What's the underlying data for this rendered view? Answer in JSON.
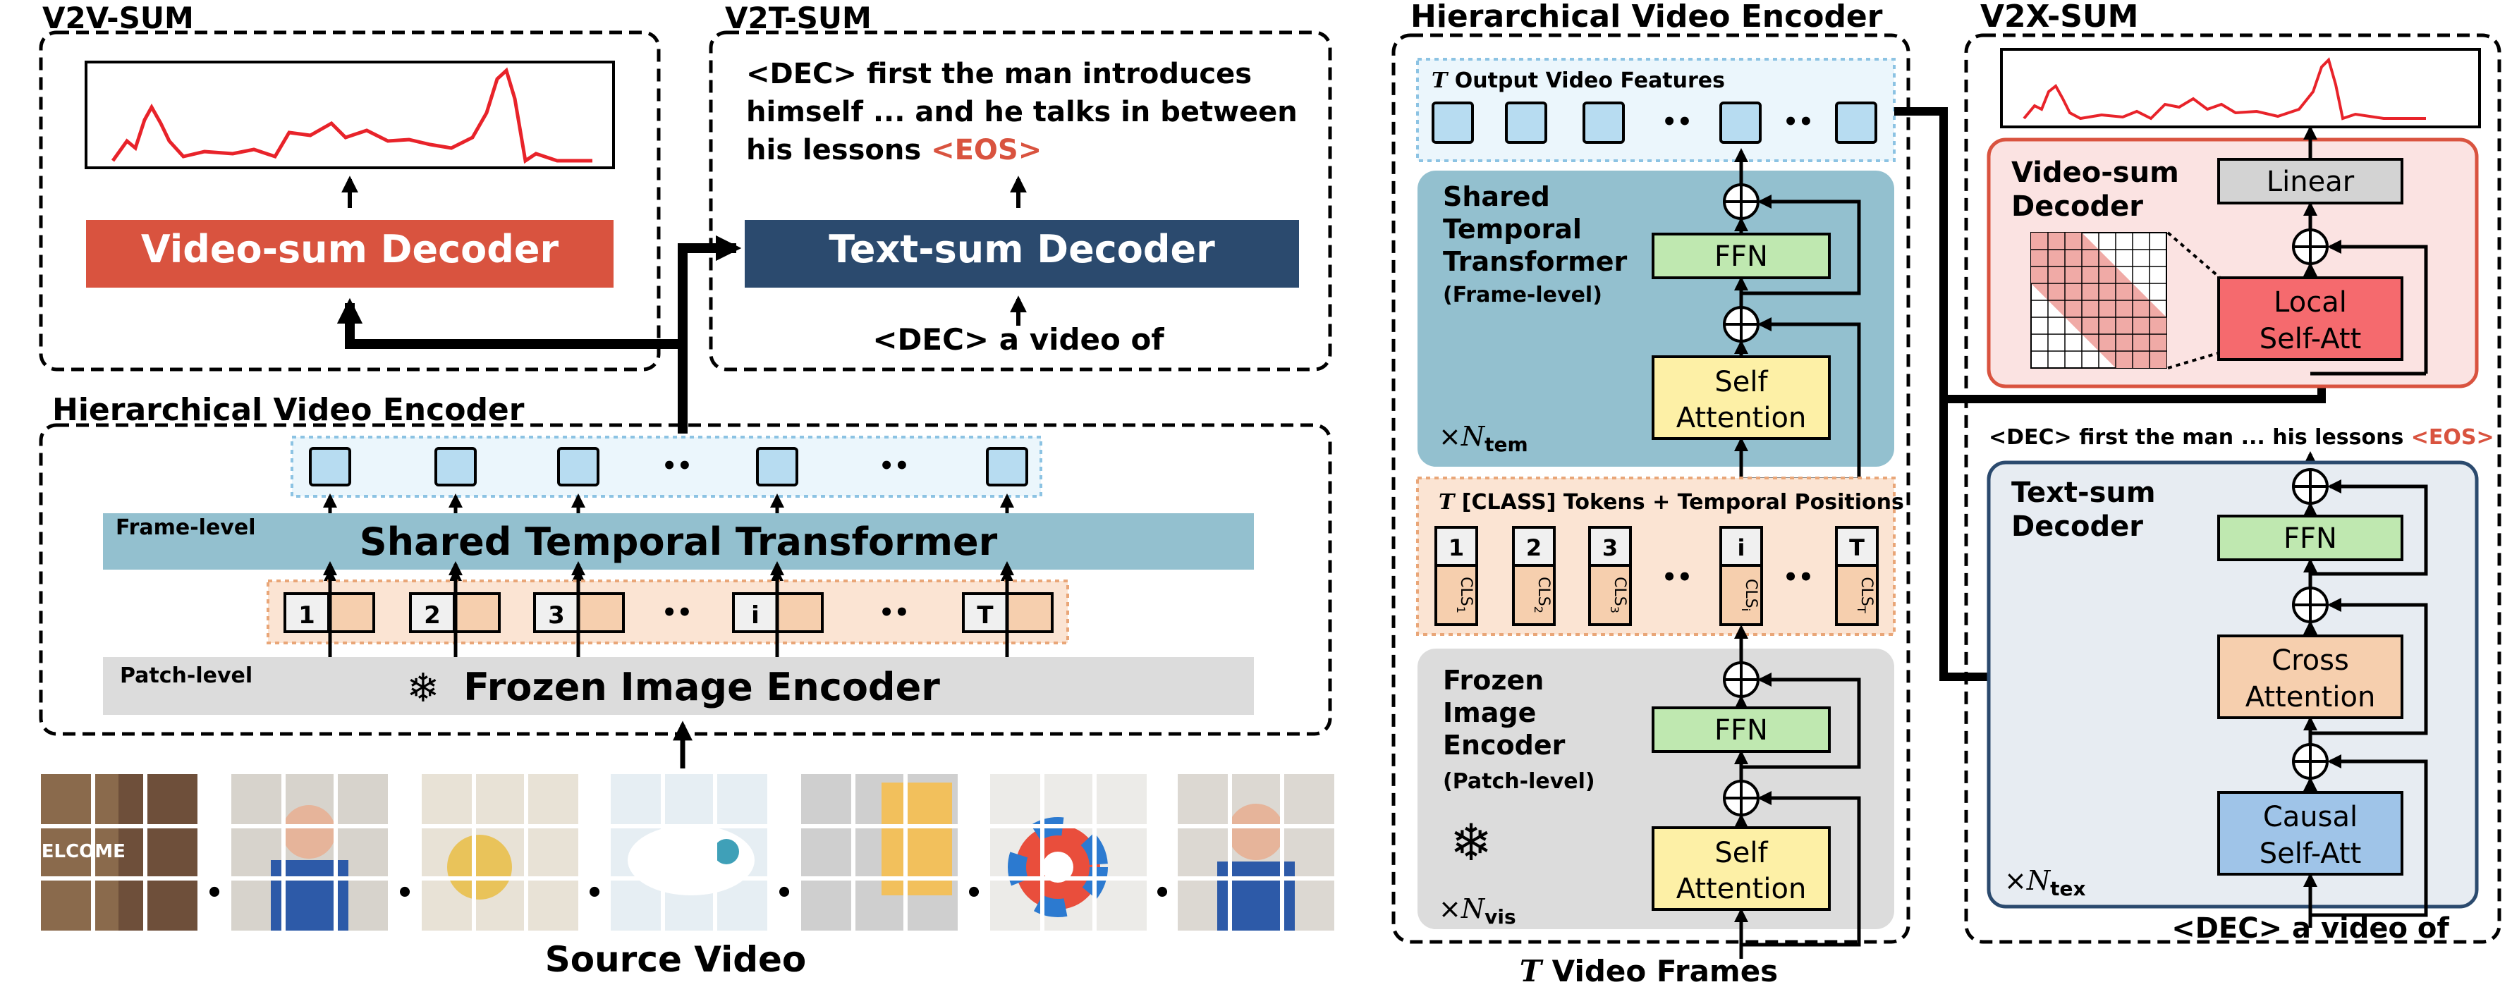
{
  "colors": {
    "video_sum_red": "#d9533f",
    "text_sum_blue": "#2b4a6e",
    "transformer_blue": "#93c0cf",
    "frozen_gray": "#dcdcdc",
    "token_peach": "#f6cfae",
    "feature_blue": "#b7dcf1",
    "ffn_green": "#bfe8b0",
    "attn_yellow": "#fdf0a6",
    "local_attn_red": "#f56a6e",
    "causal_blue": "#9fc4e8",
    "eos_red": "#d9533f",
    "curve_red": "#e8232a"
  },
  "left": {
    "v2v_title": "V2V-SUM",
    "v2v_decoder": "Video-sum Decoder",
    "v2t_title": "V2T-SUM",
    "v2t_output_line1": "<DEC> first the man introduces",
    "v2t_output_line2": "himself ... and he talks in between",
    "v2t_output_line3": "his lessons ",
    "v2t_eos": "<EOS>",
    "text_decoder": "Text-sum Decoder",
    "dec_input": "<DEC> a video of",
    "hve_title": "Hierarchical Video Encoder",
    "frame_level": "Frame-level",
    "shared_transformer": "Shared Temporal Transformer",
    "patch_level": "Patch-level",
    "snowflake": "❄",
    "frozen_encoder": "Frozen Image Encoder",
    "tokens": [
      "1",
      "2",
      "3",
      "i",
      "T"
    ],
    "ellipsis": "••",
    "source_video": "Source Video",
    "frame_dots": "•"
  },
  "middle": {
    "title": "Hierarchical Video Encoder",
    "output_features_pre": "T",
    "output_features": " Output Video Features",
    "shared_line1": "Shared",
    "shared_line2": "Temporal",
    "shared_line3": "Transformer",
    "shared_line4": "(Frame-level)",
    "ffn": "FFN",
    "self_line1": "Self",
    "self_line2": "Attention",
    "n_tem_x": "×",
    "n_tem_N": "N",
    "n_tem_sub": "tem",
    "class_tokens_pre": "T",
    "class_tokens": " [CLASS] Tokens + Temporal Positions",
    "class_ids": [
      "1",
      "2",
      "3",
      "i",
      "T"
    ],
    "cls_label": "CLS",
    "cls_subs": [
      "1",
      "2",
      "3",
      "i",
      "T"
    ],
    "frozen_line1": "Frozen",
    "frozen_line2": "Image",
    "frozen_line3": "Encoder",
    "frozen_line4": "(Patch-level)",
    "snowflake": "❄",
    "n_vis_x": "×",
    "n_vis_N": "N",
    "n_vis_sub": "vis",
    "video_frames_pre": "T",
    "video_frames": " Video Frames",
    "plus": "+",
    "ellipsis": "••"
  },
  "right": {
    "title": "V2X-SUM",
    "vsum_line1": "Video-sum",
    "vsum_line2": "Decoder",
    "linear": "Linear",
    "local_line1": "Local",
    "local_line2": "Self-Att",
    "dec_output": "<DEC> first the man ... his lessons ",
    "eos": "<EOS>",
    "tsum_line1": "Text-sum",
    "tsum_line2": "Decoder",
    "ffn": "FFN",
    "cross_line1": "Cross",
    "cross_line2": "Attention",
    "causal_line1": "Causal",
    "causal_line2": "Self-Att",
    "n_tex_x": "×",
    "n_tex_N": "N",
    "n_tex_sub": "tex",
    "dec_input": "<DEC> a video of",
    "plus": "+"
  }
}
